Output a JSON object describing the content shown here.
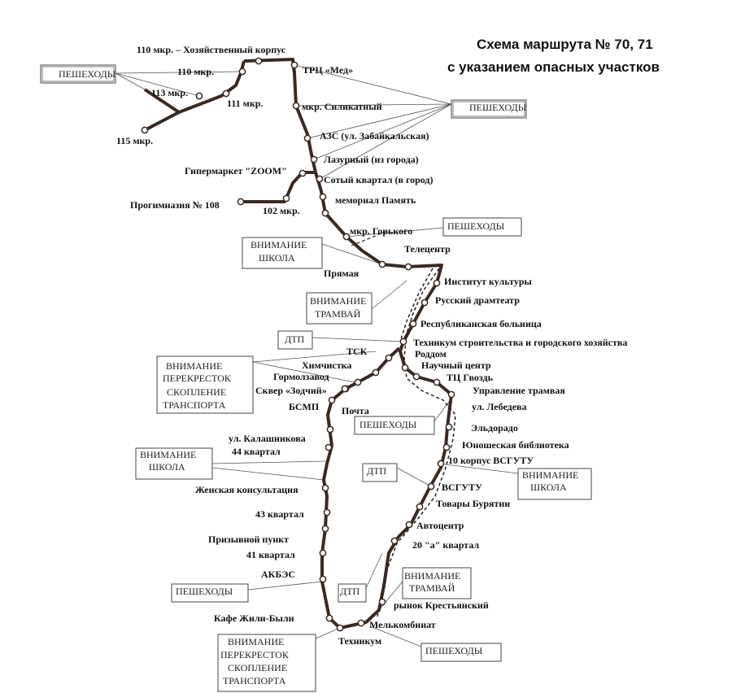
{
  "title_line1": "Схема маршрута № 70, 71",
  "title_line2": "с указанием опасных участков",
  "colors": {
    "route": "#3a2a22",
    "stop_fill": "#ffffff",
    "box_border": "#444444",
    "leader": "#555555"
  },
  "stops": [
    {
      "id": "s1",
      "label": "110 мкр. – Хозяйственный корпус"
    },
    {
      "id": "s2",
      "label": "110 мкр."
    },
    {
      "id": "s3",
      "label": "113 мкр."
    },
    {
      "id": "s4",
      "label": "111 мкр."
    },
    {
      "id": "s5",
      "label": "115 мкр."
    },
    {
      "id": "s6",
      "label": "ТРЦ «Мед»"
    },
    {
      "id": "s7",
      "label": "мкр. Силикатный"
    },
    {
      "id": "s8",
      "label": "АЗС (ул. Забайкальская)"
    },
    {
      "id": "s9",
      "label": "Лазурный (из города)"
    },
    {
      "id": "s10",
      "label": "Гипермаркет \"ZOOM\""
    },
    {
      "id": "s11",
      "label": "Сотый квартал (в город)"
    },
    {
      "id": "s12",
      "label": "мемориал Память"
    },
    {
      "id": "s13",
      "label": "Прогимназия № 108"
    },
    {
      "id": "s14",
      "label": "102 мкр."
    },
    {
      "id": "s15",
      "label": "мкр. Горького"
    },
    {
      "id": "s16",
      "label": "Телецентр"
    },
    {
      "id": "s17",
      "label": "Прямая"
    },
    {
      "id": "s18",
      "label": "Институт культуры"
    },
    {
      "id": "s19",
      "label": "Русский драмтеатр"
    },
    {
      "id": "s20",
      "label": "Республиканская больница"
    },
    {
      "id": "s21",
      "label": "Техникум строительства и городского хозяйства"
    },
    {
      "id": "s22",
      "label": "ТСК"
    },
    {
      "id": "s23",
      "label": "Роддом"
    },
    {
      "id": "s24",
      "label": "Научный центр"
    },
    {
      "id": "s25",
      "label": "Химчистка"
    },
    {
      "id": "s26",
      "label": "Гормолзавод"
    },
    {
      "id": "s27",
      "label": "ТЦ Гвоздь"
    },
    {
      "id": "s28",
      "label": "Сквер «Зодчий»"
    },
    {
      "id": "s29",
      "label": "Управление трамвая"
    },
    {
      "id": "s30",
      "label": "БСМП"
    },
    {
      "id": "s31",
      "label": "Почта"
    },
    {
      "id": "s32",
      "label": "ул. Лебедева"
    },
    {
      "id": "s33",
      "label": "Эльдорадо"
    },
    {
      "id": "s34",
      "label": "ул. Калашникова"
    },
    {
      "id": "s35",
      "label": "44 квартал"
    },
    {
      "id": "s36",
      "label": "Юношеская библиотека"
    },
    {
      "id": "s37",
      "label": "10 корпус ВСГУТУ"
    },
    {
      "id": "s38",
      "label": "Женская консультация"
    },
    {
      "id": "s39",
      "label": "ВСГУТУ"
    },
    {
      "id": "s40",
      "label": "Товары Бурятии"
    },
    {
      "id": "s41",
      "label": "43 квартал"
    },
    {
      "id": "s42",
      "label": "Автоцентр"
    },
    {
      "id": "s43",
      "label": "Призывной пункт"
    },
    {
      "id": "s44",
      "label": "20 \"а\" квартал"
    },
    {
      "id": "s45",
      "label": "41 квартал"
    },
    {
      "id": "s46",
      "label": "АКБЭС"
    },
    {
      "id": "s47",
      "label": "рынок Крестьянский"
    },
    {
      "id": "s48",
      "label": "Кафе Жили-Были"
    },
    {
      "id": "s49",
      "label": "Мелькомбинат"
    },
    {
      "id": "s50",
      "label": "Техникум"
    }
  ],
  "warnings": [
    {
      "id": "w1",
      "lines": [
        "ПЕШЕХОДЫ"
      ]
    },
    {
      "id": "w2",
      "lines": [
        "ПЕШЕХОДЫ"
      ]
    },
    {
      "id": "w3",
      "lines": [
        "ПЕШЕХОДЫ"
      ]
    },
    {
      "id": "w4",
      "lines": [
        "ВНИМАНИЕ",
        "ШКОЛА"
      ]
    },
    {
      "id": "w5",
      "lines": [
        "ВНИМАНИЕ",
        "ТРАМВАЙ"
      ]
    },
    {
      "id": "w6",
      "lines": [
        "ДТП"
      ]
    },
    {
      "id": "w7",
      "lines": [
        "ВНИМАНИЕ",
        "ПЕРЕКРЕСТОК",
        "СКОПЛЕНИЕ",
        "ТРАНСПОРТА"
      ]
    },
    {
      "id": "w8",
      "lines": [
        "ПЕШЕХОДЫ"
      ]
    },
    {
      "id": "w9",
      "lines": [
        "ВНИМАНИЕ",
        "ШКОЛА"
      ]
    },
    {
      "id": "w10",
      "lines": [
        "ДТП"
      ]
    },
    {
      "id": "w11",
      "lines": [
        "ВНИМАНИЕ",
        "ШКОЛА"
      ]
    },
    {
      "id": "w12",
      "lines": [
        "ПЕШЕХОДЫ"
      ]
    },
    {
      "id": "w13",
      "lines": [
        "ДТП"
      ]
    },
    {
      "id": "w14",
      "lines": [
        "ВНИМАНИЕ",
        "ТРАМВАЙ"
      ]
    },
    {
      "id": "w15",
      "lines": [
        "ВНИМАНИЕ",
        "ПЕРЕКРЕСТОК",
        "СКОПЛЕНИЕ",
        "ТРАНСПОРТА"
      ]
    },
    {
      "id": "w16",
      "lines": [
        "ПЕШЕХОДЫ"
      ]
    }
  ]
}
